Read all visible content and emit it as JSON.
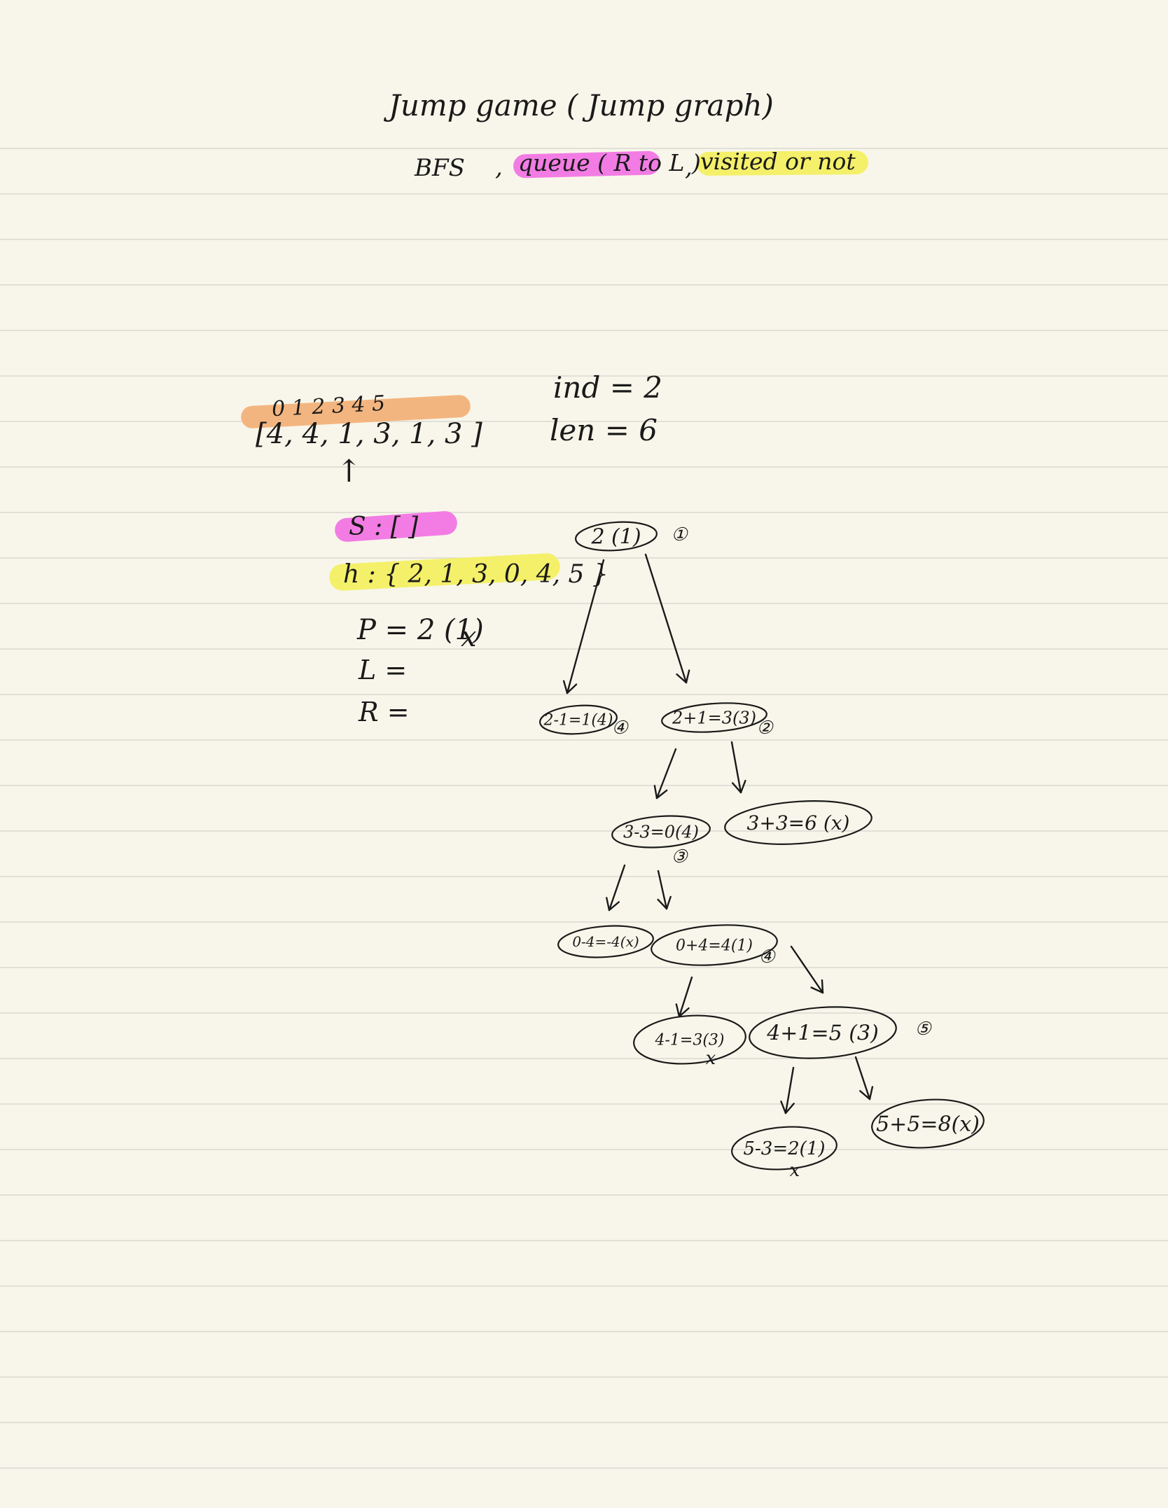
{
  "colors": {
    "paper": "#f8f6ea",
    "rule": "#d9d9d2",
    "ink": "#1a1a1a",
    "highlight_pink": "#f27ce4",
    "highlight_yellow": "#f4f06a",
    "highlight_orange": "#f3b57f"
  },
  "note": {
    "title": "Jump game ( Jump graph)",
    "methods": {
      "bfs": "BFS",
      "comma1": ",",
      "queue": "queue ( R to L )",
      "comma2": ",",
      "visited": "visited or not"
    },
    "array": {
      "indices": "0   1   2   3   4   5",
      "values": "[4, 4, 1, 3, 1, 3 ]",
      "pointer": "↑"
    },
    "info": {
      "ind": "ind = 2",
      "len": "len = 6"
    },
    "state": {
      "s": "S : [ ]",
      "h": "h : { 2, 1, 3, 0, 4, 5 }",
      "p": "P = 2 (1)",
      "p_cross": "x",
      "l": "L =",
      "r": "R ="
    },
    "tree": {
      "nodes": [
        {
          "label": "2 (1)",
          "mark": "①"
        },
        {
          "label": "2-1=1(4)",
          "mark": "④"
        },
        {
          "label": "2+1=3(3)",
          "mark": "②"
        },
        {
          "label": "3-3=0(4)",
          "mark": "③"
        },
        {
          "label": "3+3=6 (x)",
          "mark": ""
        },
        {
          "label": "0-4=-4(x)",
          "mark": ""
        },
        {
          "label": "0+4=4(1)",
          "mark": "④"
        },
        {
          "label": "4-1=3(3)",
          "mark": "x"
        },
        {
          "label": "4+1=5 (3)",
          "mark": "⑤"
        },
        {
          "label": "5-3=2(1)",
          "mark": "x"
        },
        {
          "label": "5+5=8(x)",
          "mark": ""
        }
      ]
    }
  }
}
